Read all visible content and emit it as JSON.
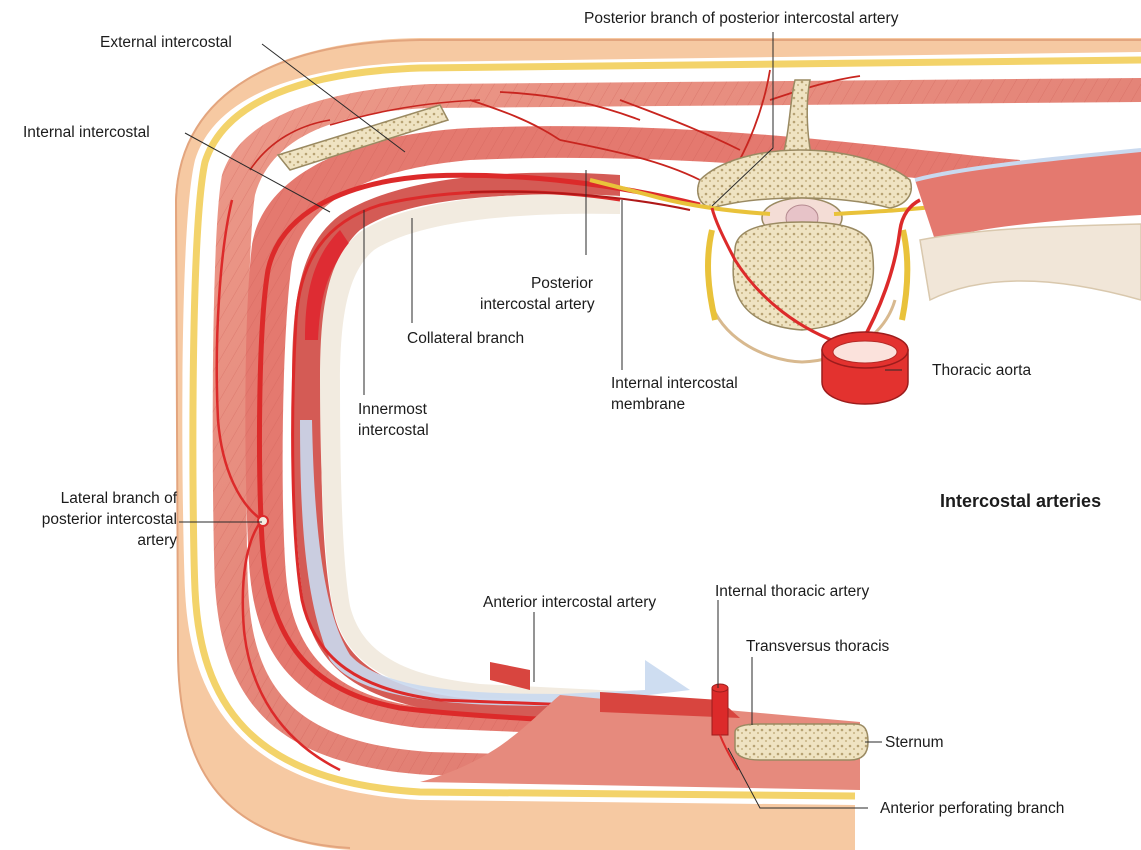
{
  "figure": {
    "title": "Intercostal arteries",
    "colors": {
      "skin": "#f6c9a2",
      "fat": "#f3d36a",
      "muscle": "#e8877a",
      "muscle_dark": "#d8605a",
      "artery": "#dc2a2a",
      "bone": "#efe3c2",
      "bone_outline": "#9a8a62",
      "pleura": "#c9d9ef",
      "nerve": "#e9c23a",
      "leader_line": "#2a2a2a"
    }
  },
  "labels": {
    "external_intercostal": "External intercostal",
    "posterior_branch": "Posterior branch of posterior intercostal artery",
    "internal_intercostal": "Internal intercostal",
    "posterior_intercostal_artery_1": "Posterior",
    "posterior_intercostal_artery_2": "intercostal artery",
    "collateral_branch": "Collateral branch",
    "internal_intercostal_membrane_1": "Internal intercostal",
    "internal_intercostal_membrane_2": "membrane",
    "thoracic_aorta": "Thoracic aorta",
    "innermost_intercostal_1": "Innermost",
    "innermost_intercostal_2": "intercostal",
    "lateral_branch_1": "Lateral branch of",
    "lateral_branch_2": "posterior intercostal",
    "lateral_branch_3": "artery",
    "anterior_intercostal_artery": "Anterior intercostal artery",
    "internal_thoracic_artery": "Internal thoracic artery",
    "transversus_thoracis": "Transversus thoracis",
    "sternum": "Sternum",
    "anterior_perforating_branch": "Anterior perforating branch"
  }
}
